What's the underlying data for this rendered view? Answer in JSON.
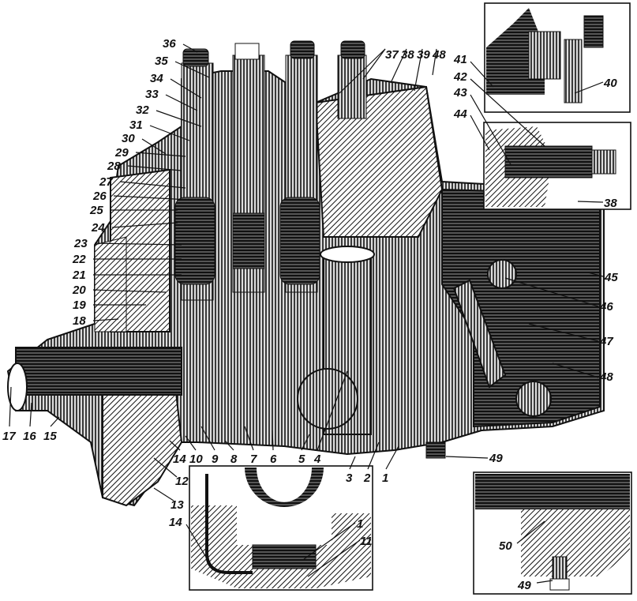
{
  "title": "Fuel injection pump cutaway with numbered callouts",
  "callouts": [
    "36",
    "35",
    "34",
    "33",
    "32",
    "31",
    "30",
    "29",
    "28",
    "27",
    "26",
    "25",
    "24",
    "23",
    "22",
    "21",
    "20",
    "19",
    "18",
    "17",
    "16",
    "15",
    "14",
    "10",
    "9",
    "8",
    "7",
    "6",
    "5",
    "4",
    "3",
    "2",
    "1",
    "12",
    "13",
    "37",
    "38",
    "39",
    "48",
    "41",
    "42",
    "43",
    "44",
    "40",
    "38",
    "45",
    "46",
    "47",
    "48",
    "49",
    "14",
    "1",
    "11",
    "50",
    "49"
  ]
}
